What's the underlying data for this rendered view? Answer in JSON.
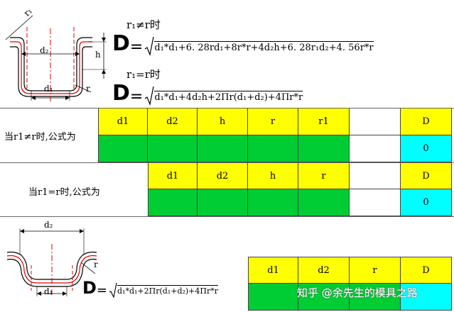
{
  "top": {
    "cond1": "r₁≠r时",
    "formula1": "d₁*d₁+6. 28rd₁+8r*r+4d₂h+6. 28r₁d₂+4. 56r*r",
    "cond2": "r₁=r时",
    "formula2": "d₁*d₁+4d₂h+2Πr(d₁+d₂)+4Πr*r",
    "D": "D",
    "eq": "="
  },
  "diagram1": {
    "r1": "r₁",
    "d2": "d₂",
    "h": "h",
    "d1": "d₁",
    "r": "r"
  },
  "row1": {
    "label": "当r1≠r时,公式为",
    "headers": [
      "d1",
      "d2",
      "h",
      "r",
      "r1"
    ],
    "D_header": "D",
    "D_value": "0"
  },
  "row2": {
    "label": "当r1=r时,公式为",
    "headers": [
      "d1",
      "d2",
      "h",
      "r"
    ],
    "D_header": "D",
    "D_value": "0"
  },
  "bottom": {
    "formula": "d₁*d₁+2Πr(d₁+d₂)+4Πr*r",
    "D": "D",
    "eq": "=",
    "headers": [
      "d1",
      "d2",
      "r",
      "D"
    ]
  },
  "diagram2": {
    "d2": "d₂",
    "d1": "d₁",
    "r": "r"
  },
  "watermark": "知乎 @余先生的模具之路",
  "colors": {
    "yellow": "#ffff00",
    "green": "#00cc33",
    "cyan": "#00ffff"
  }
}
